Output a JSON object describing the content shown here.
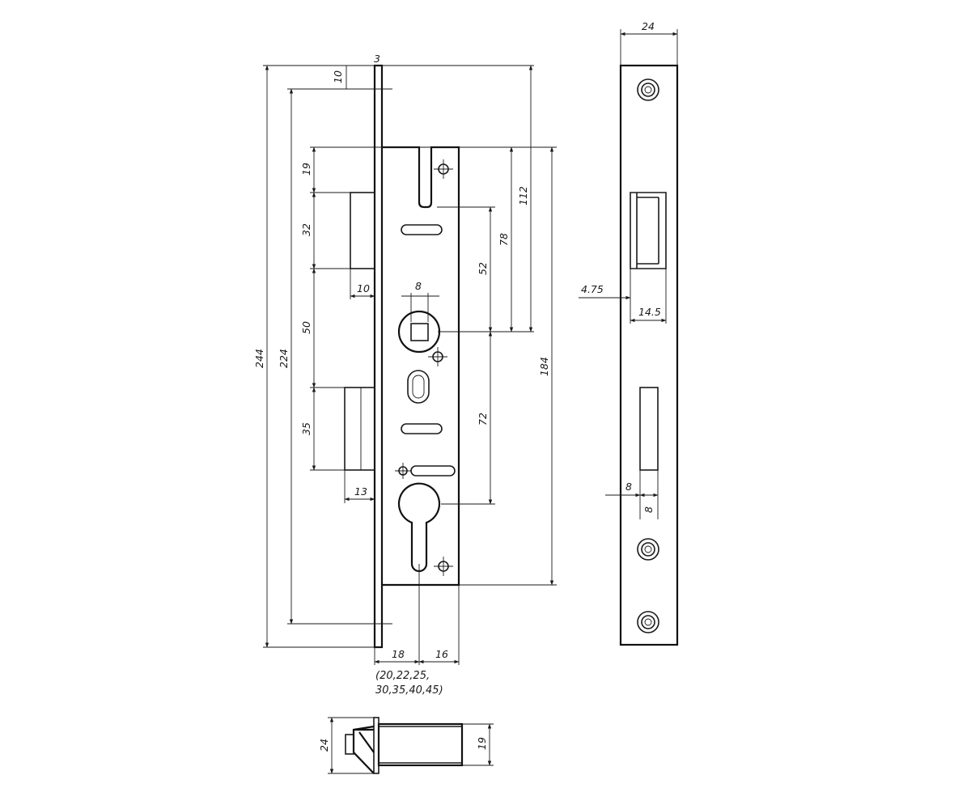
{
  "front_view": {
    "dims": {
      "faceplate_thickness": "3",
      "top_offset": "10",
      "total_length": "244",
      "inner_length": "224",
      "latch_top_offset": "19",
      "latch_height": "32",
      "latch_projection": "10",
      "latch_to_bolt": "50",
      "bolt_height": "35",
      "bolt_projection": "13",
      "spindle_size": "8",
      "spindle_to_slot": "52",
      "spindle_from_top_a": "78",
      "spindle_from_top_b": "112",
      "case_height": "184",
      "spindle_to_cylinder": "72",
      "backset": "18",
      "backset_right": "16",
      "backset_options_line1": "(20,22,25,",
      "backset_options_line2": "30,35,40,45)"
    }
  },
  "side_view": {
    "dims": {
      "plate_width": "24",
      "latch_offset": "4.75",
      "latch_width": "14.5",
      "bolt_offset": "8",
      "bolt_width": "8"
    }
  },
  "latch_view": {
    "dims": {
      "overall_height": "24",
      "body_height": "19"
    }
  }
}
